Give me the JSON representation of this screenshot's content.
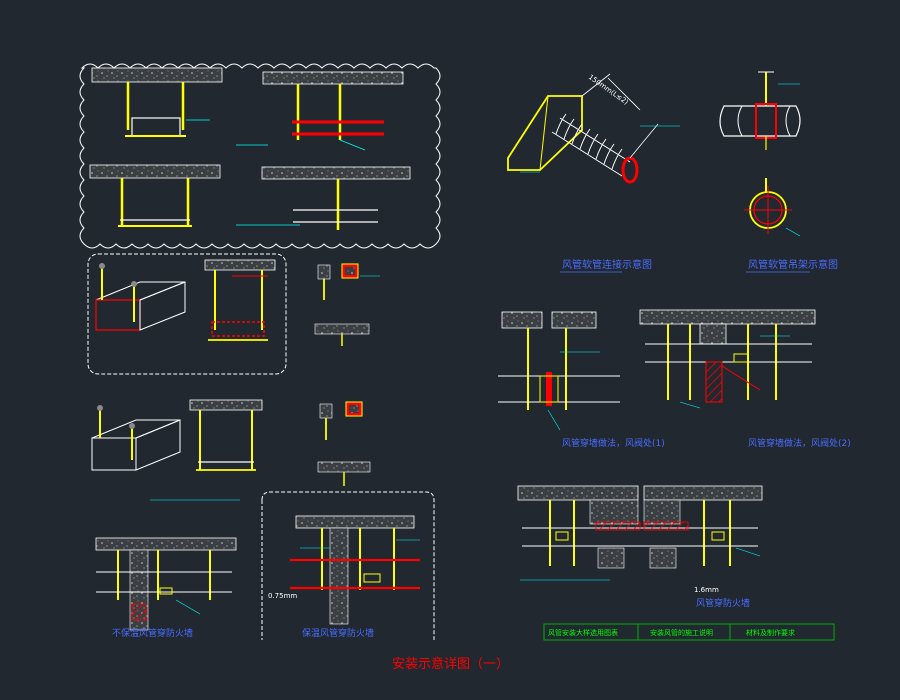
{
  "sheet_title": "安装示意详图（一）",
  "colors": {
    "background": "#212830",
    "white": "#ffffff",
    "yellow": "#ffff00",
    "red": "#ff0000",
    "cyan": "#00ffff",
    "blue": "#4a6cff",
    "magenta": "#ff00ff",
    "green": "#00b000",
    "grey": "#8a8a8a"
  },
  "captions": {
    "flex_duct_connection": "风管软管连接示意图",
    "round_duct_hanger": "风管软管吊架示意图",
    "duct_wall_1": "风管穿墙做法，风阀处(1)",
    "duct_wall_2": "风管穿墙做法，风阀处(2)",
    "bottom_left": "不保温风管穿防火墙",
    "bottom_mid": "保温风管穿防火墙",
    "bottom_right": "风管穿防火墙"
  },
  "dimension_labels": {
    "flex_length": "150mm(L≤2)",
    "steel_thickness_a": "0.75mm",
    "steel_thickness_b": "1.6mm"
  },
  "notes_table": {
    "cells": [
      "风管安装大样选用图表",
      "安装风管的施工说明",
      "材料及制作要求"
    ]
  }
}
